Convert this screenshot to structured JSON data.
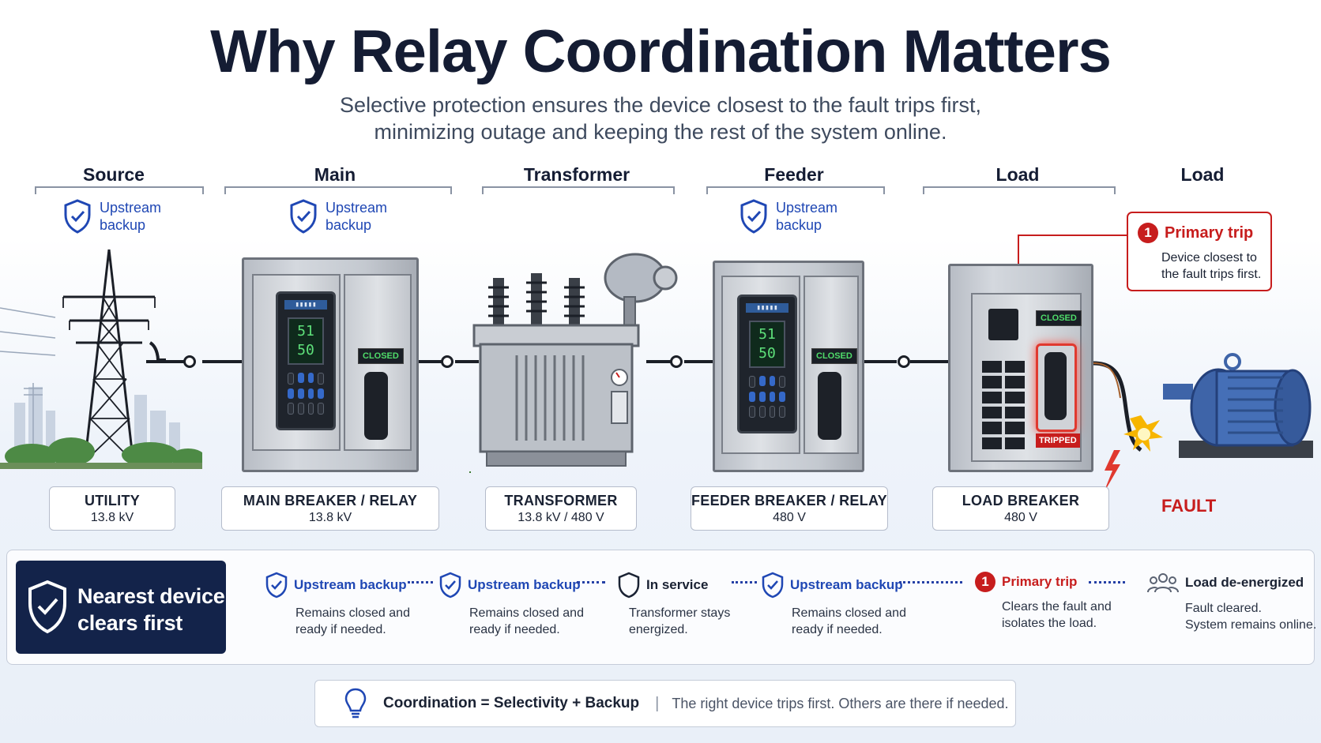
{
  "title": "Why Relay Coordination Matters",
  "subtitle_line1": "Selective protection ensures the device closest to the fault trips first,",
  "subtitle_line2": "minimizing outage and keeping the rest of the system online.",
  "stages": [
    {
      "title": "Source"
    },
    {
      "title": "Main"
    },
    {
      "title": "Transformer"
    },
    {
      "title": "Feeder"
    },
    {
      "title": "Load"
    },
    {
      "title": "Load"
    }
  ],
  "upstream_backup_line1": "Upstream",
  "upstream_backup_line2": "backup",
  "equipment": [
    {
      "name": "UTILITY",
      "rating": "13.8 kV"
    },
    {
      "name": "MAIN BREAKER / RELAY",
      "rating": "13.8 kV"
    },
    {
      "name": "TRANSFORMER",
      "rating": "13.8 kV / 480 V"
    },
    {
      "name": "FEEDER BREAKER / RELAY",
      "rating": "480 V"
    },
    {
      "name": "LOAD BREAKER",
      "rating": "480 V"
    }
  ],
  "relay_display": {
    "line1": "51",
    "line2": "50"
  },
  "status_closed": "CLOSED",
  "status_tripped": "TRIPPED",
  "primary_trip": {
    "number": "1",
    "title": "Primary trip",
    "line1": "Device closest to",
    "line2": "the fault trips first."
  },
  "fault_label": "FAULT",
  "nearest": {
    "line1": "Nearest device",
    "line2": "clears first"
  },
  "steps": [
    {
      "title": "Upstream backup",
      "line1": "Remains closed and",
      "line2": "ready if needed."
    },
    {
      "title": "Upstream backup",
      "line1": "Remains closed and",
      "line2": "ready if needed."
    },
    {
      "title": "In service",
      "line1": "Transformer stays",
      "line2": "energized."
    },
    {
      "title": "Upstream backup",
      "line1": "Remains closed and",
      "line2": "ready if needed."
    },
    {
      "title": "Primary trip",
      "number": "1",
      "line1": "Clears the fault and",
      "line2": "isolates the load."
    },
    {
      "title": "Load de-energized",
      "line1": "Fault cleared.",
      "line2": "System remains online."
    }
  ],
  "bottom": {
    "strong": "Coordination = Selectivity + Backup",
    "separator": "|",
    "text": "The right device trips first. Others are there if needed."
  },
  "colors": {
    "navy": "#13234a",
    "blue": "#1f47b4",
    "red": "#c71d1d",
    "motor": "#3e64a8"
  }
}
